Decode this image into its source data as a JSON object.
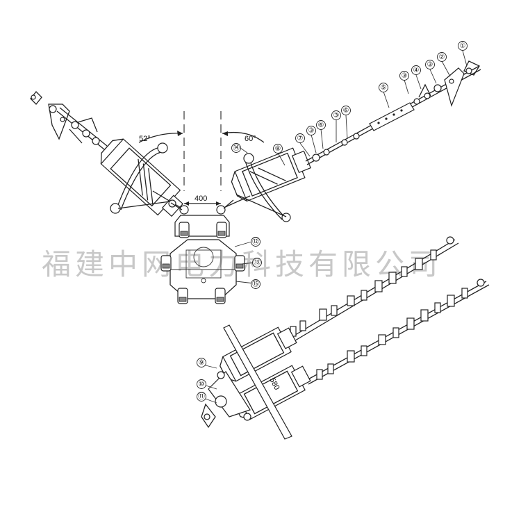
{
  "angles": {
    "left": "52°",
    "right": "60°"
  },
  "dimensions": {
    "spacing": "400",
    "vertical": "580"
  },
  "callouts": [
    "①",
    "②",
    "③",
    "④",
    "⑤",
    "⑥",
    "⑦",
    "⑧",
    "⑨",
    "⑩",
    "⑪",
    "⑫",
    "⑬",
    "⑭",
    "⑮"
  ],
  "watermark": "福建中网电力科技有限公司"
}
